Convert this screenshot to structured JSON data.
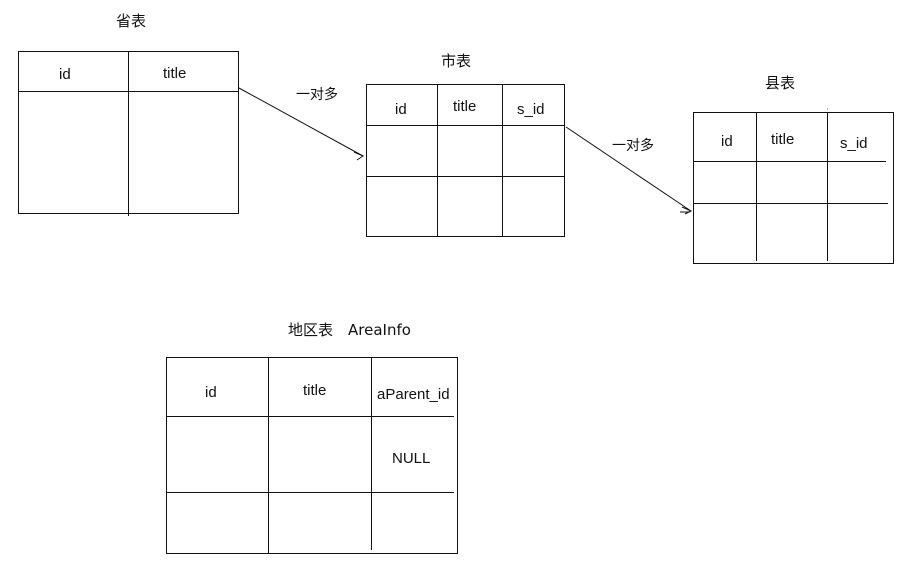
{
  "province_table": {
    "title": "省表",
    "columns": [
      "id",
      "title"
    ]
  },
  "city_table": {
    "title": "市表",
    "columns": [
      "id",
      "title",
      "s_id"
    ]
  },
  "county_table": {
    "title": "县表",
    "columns": [
      "id",
      "title",
      "s_id"
    ]
  },
  "relation_province_city": "一对多",
  "relation_city_county": "一对多",
  "area_table": {
    "title": "地区表　AreaInfo",
    "columns": [
      "id",
      "title",
      "aParent_id"
    ],
    "rows": [
      [
        "",
        "",
        "NULL"
      ],
      [
        "",
        "",
        ""
      ]
    ]
  }
}
